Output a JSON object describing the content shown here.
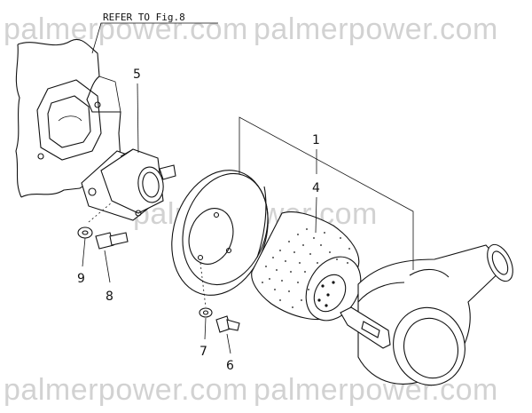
{
  "watermark": {
    "text_top": "palmerpower.com",
    "text_mid": "palmerpower.com",
    "text_bottom": "palmerpower.com"
  },
  "reference_note": "REFER TO Fig.8",
  "callouts": {
    "p1": "1",
    "p4": "4",
    "p5": "5",
    "p6": "6",
    "p7": "7",
    "p8": "8",
    "p9": "9"
  }
}
